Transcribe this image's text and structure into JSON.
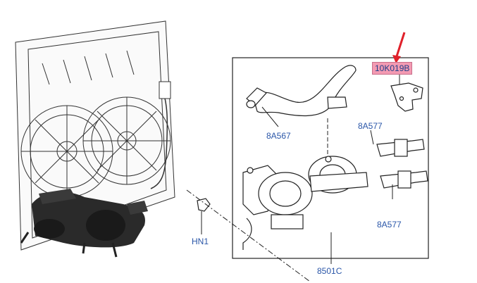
{
  "diagram": {
    "callouts": {
      "radiator_fan_label": "",
      "bracket": "10K019B",
      "hose": "8A567",
      "connector_upper": "8A577",
      "connector_lower": "8A577",
      "clip": "HN1",
      "pump_assembly": "8501C"
    },
    "colors": {
      "highlight": "#f39ab2",
      "callout_text": "#2a56a8",
      "arrow": "#e0202a",
      "line": "#222222"
    },
    "icons": [
      "red-arrow-icon",
      "bracket-icon",
      "hose-icon",
      "connector-icon",
      "clip-icon",
      "water-pump-icon"
    ]
  }
}
